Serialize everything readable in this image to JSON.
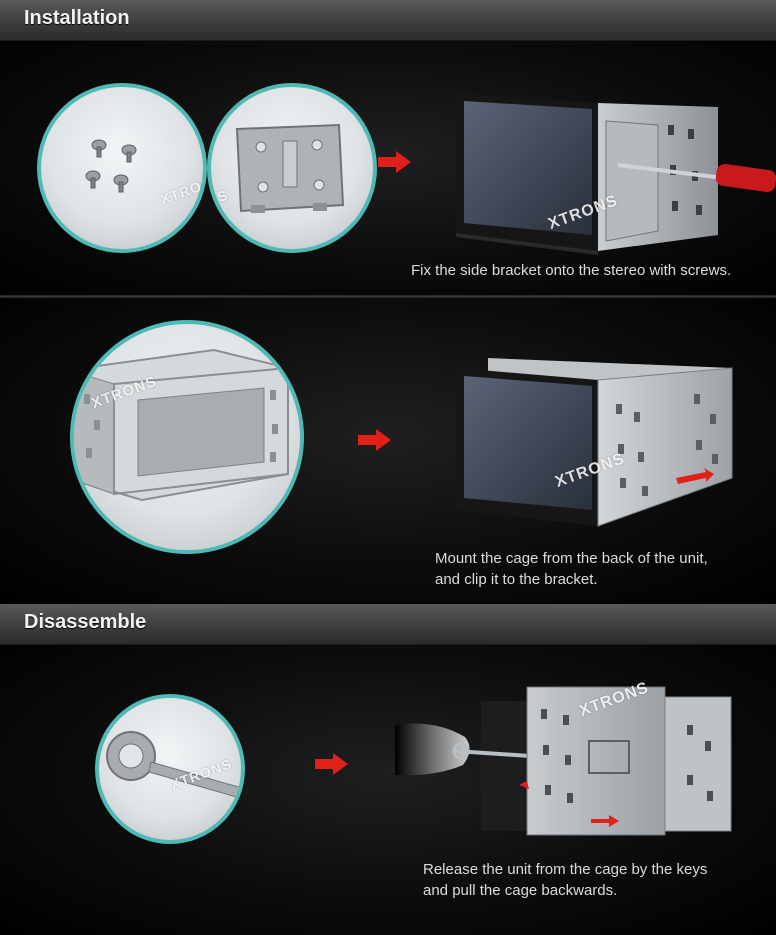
{
  "installation": {
    "title": "Installation",
    "step1_caption": "Fix the side bracket onto the stereo with screws.",
    "step2_caption_line1": "Mount the cage from the back of the unit,",
    "step2_caption_line2": "and clip it to the bracket."
  },
  "disassemble": {
    "title": "Disassemble",
    "caption_line1": "Release the unit from the cage by the keys",
    "caption_line2": "and pull the cage backwards."
  },
  "brand": {
    "watermark": "XTRONS",
    "accent_color": "#4fb9b5",
    "arrow_color": "#e0201b"
  },
  "icons": [
    "screws-icon",
    "bracket-icon",
    "cage-icon",
    "removal-key-icon",
    "right-arrow-icon",
    "screwdriver-icon"
  ]
}
